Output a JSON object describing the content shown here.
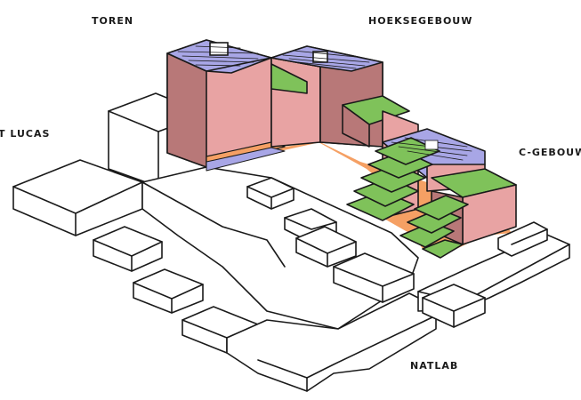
{
  "labels": {
    "toren": "TOREN",
    "hoeksegebouw": "HOEKSEGEBOUW",
    "st_lucas": "T LUCAS",
    "c_gebouw": "C-GEBOUW",
    "natlab": "NATLAB"
  },
  "colors": {
    "ink": "#1a1a1a",
    "roof_purple": "#a8a6e6",
    "facade_pink": "#e8a3a3",
    "facade_pink_shadow": "#b87878",
    "ground_orange": "#f5a064",
    "green_roof": "#7fc25a",
    "paper": "#ffffff"
  }
}
